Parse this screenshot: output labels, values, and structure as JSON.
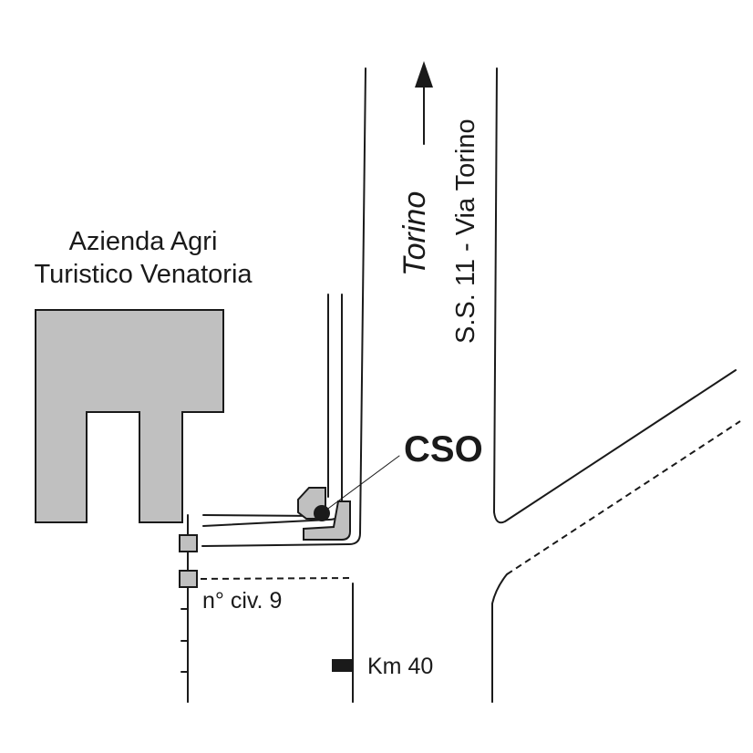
{
  "labels": {
    "farm_line1": "Azienda Agri",
    "farm_line2": "Turistico Venatoria",
    "city": "Torino",
    "road": "S.S. 11 - Via Torino",
    "site": "CSO",
    "civic_number": "n° civ. 9",
    "kilometre_marker": "Km 40"
  },
  "colors": {
    "ink": "#1a1a1a",
    "building_fill": "#c0c0c0",
    "background": "#ffffff"
  },
  "icons": {
    "direction_arrow": "arrow-up-icon",
    "site_marker": "filled-circle-icon",
    "km_post": "black-rectangle-icon"
  }
}
